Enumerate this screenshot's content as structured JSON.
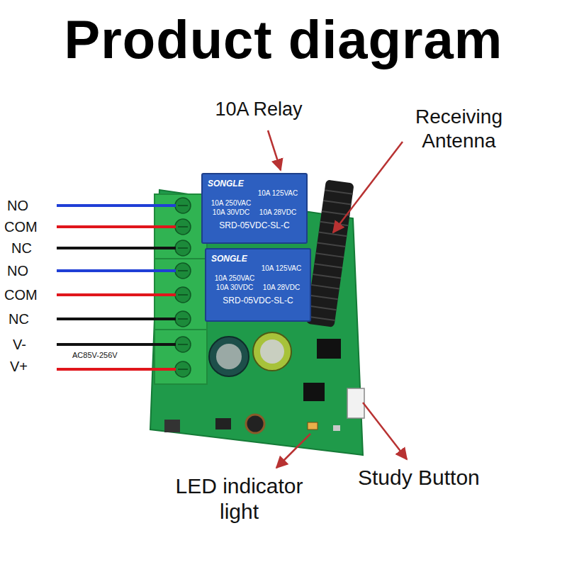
{
  "diagram": {
    "title": "Product diagram",
    "nodes": [
      {
        "text": [
          "SONGLE",
          "10A 250VAC",
          "10A 125VAC",
          "10A 30VDC",
          "10A 28VDC",
          "SRD-05VDC-SL-C"
        ]
      },
      {
        "text": [
          "SONGLE",
          "10A 250VAC",
          "10A 125VAC",
          "10A 30VDC",
          "10A 28VDC",
          "SRD-05VDC-SL-C"
        ]
      }
    ],
    "labels": [
      "10A Relay",
      "Receiving Antenna",
      "NO",
      "COM",
      "NC",
      "NO",
      "COM",
      "NC",
      "V-",
      "V+",
      "AC85V-256V",
      "LED indicator light",
      "Study Button"
    ]
  }
}
